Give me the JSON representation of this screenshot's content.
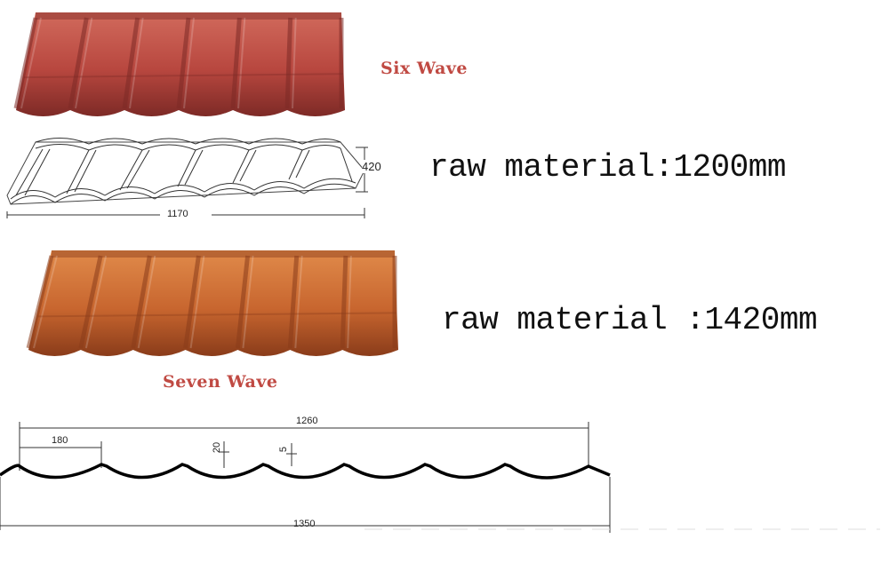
{
  "six_wave": {
    "label": "Six Wave",
    "label_color": "#c04a43",
    "tile_color": "#b8473f",
    "tile_shadow": "#7d2a26",
    "tile_highlight": "#d16a5c",
    "drawing": {
      "height_label": "420",
      "width_label": "1170"
    },
    "raw_material": "raw material:1200mm"
  },
  "seven_wave": {
    "label": "Seven Wave",
    "label_color": "#c04a43",
    "tile_color": "#c8662f",
    "tile_shadow": "#8a3c1a",
    "tile_highlight": "#e08a4a",
    "raw_material": "raw material :1420mm"
  },
  "profile": {
    "top_width": "1260",
    "wave_pitch": "180",
    "wave_height": "20",
    "step_height": "5",
    "bottom_width": "1350"
  }
}
